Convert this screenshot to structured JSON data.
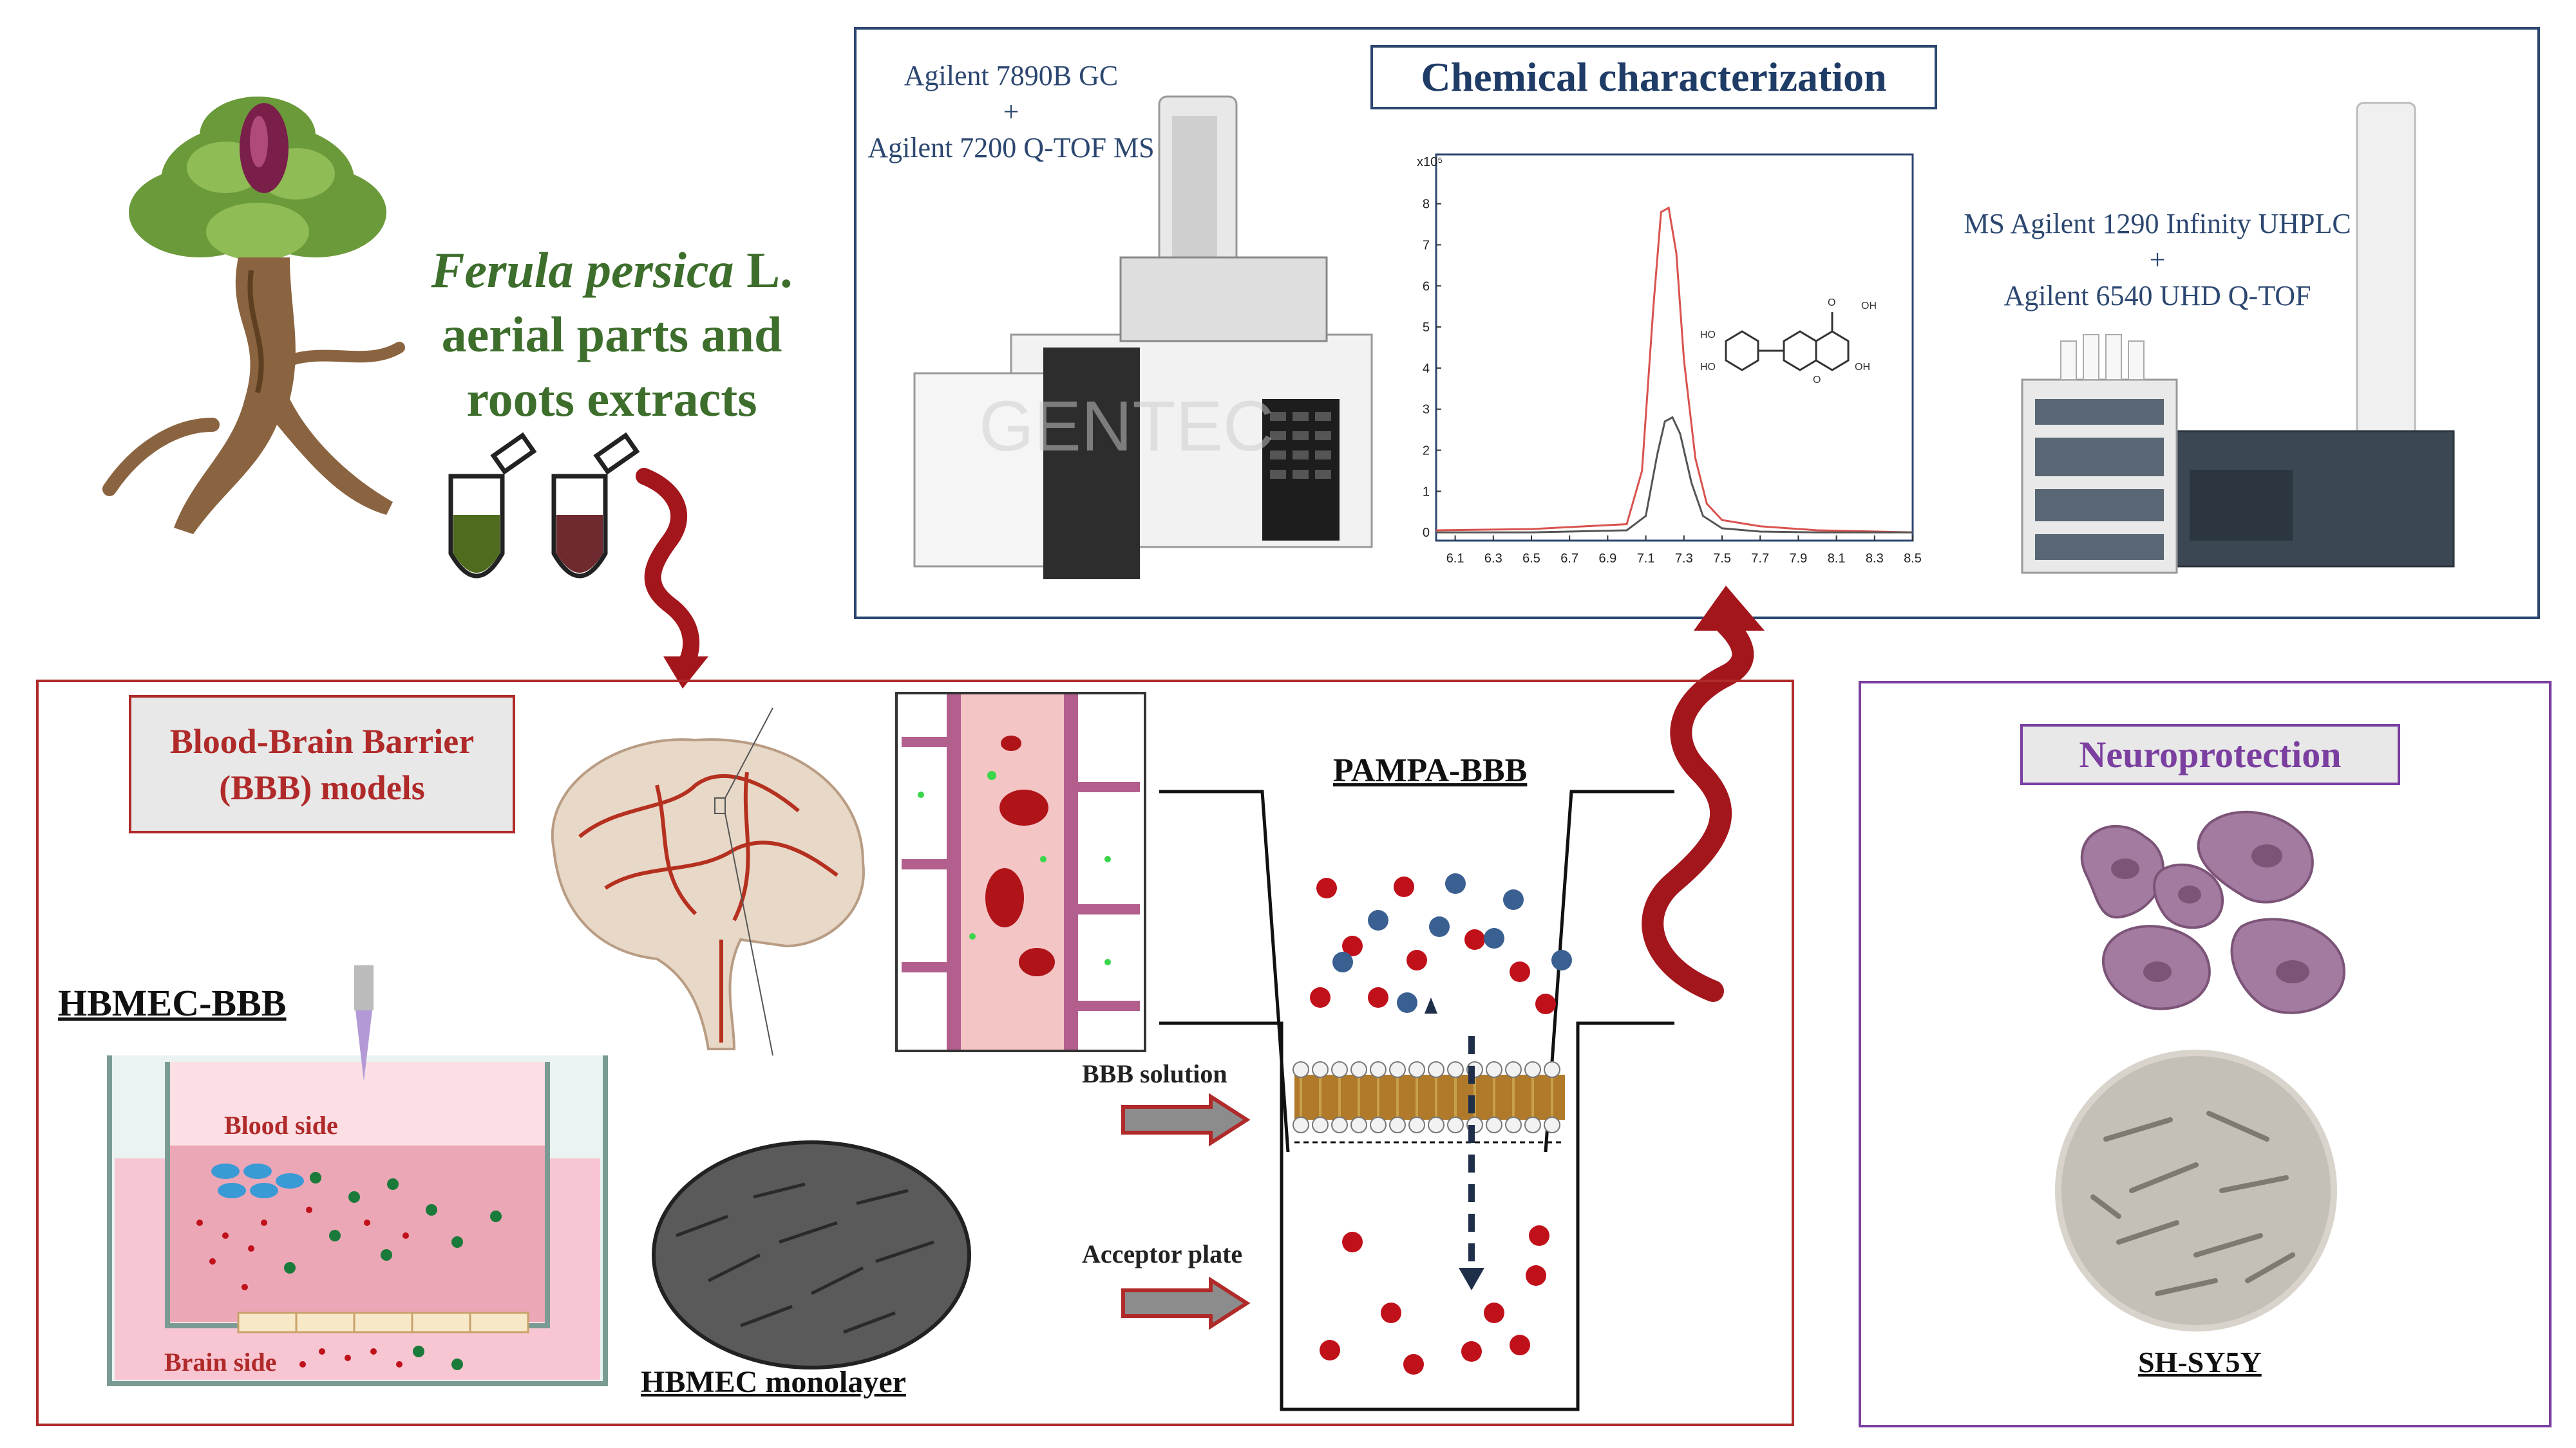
{
  "plant": {
    "name_italic": "Ferula persica",
    "name_rest": " L.",
    "line2": "aerial parts and",
    "line3": "roots extracts"
  },
  "chemical": {
    "title": "Chemical characterization",
    "gc_line1": "Agilent  7890B GC",
    "gc_plus": "+",
    "gc_line2": "Agilent  7200 Q-TOF MS",
    "lc_line1": "MS Agilent 1290 Infinity UHPLC",
    "lc_plus": "+",
    "lc_line2": "Agilent 6540 UHD Q-TOF",
    "gc_watermark": "GENTEC"
  },
  "chart_data": {
    "type": "line",
    "title": "",
    "xlabel": "",
    "ylabel": "",
    "y_multiplier": "x10⁵",
    "x_ticks": [
      "6.1",
      "6.3",
      "6.5",
      "6.7",
      "6.9",
      "7.1",
      "7.3",
      "7.5",
      "7.7",
      "7.9",
      "8.1",
      "8.3",
      "8.5"
    ],
    "y_ticks": [
      "0",
      "1",
      "2",
      "3",
      "4",
      "5",
      "6",
      "7",
      "8"
    ],
    "xlim": [
      6.0,
      8.5
    ],
    "ylim": [
      -0.2,
      9.2
    ],
    "series": [
      {
        "color": "#d9534f",
        "x": [
          6.0,
          6.5,
          7.0,
          7.08,
          7.14,
          7.18,
          7.22,
          7.26,
          7.3,
          7.36,
          7.42,
          7.5,
          7.7,
          8.0,
          8.5
        ],
        "y": [
          0.05,
          0.08,
          0.2,
          1.5,
          5.5,
          7.8,
          7.9,
          6.8,
          4.2,
          1.8,
          0.7,
          0.3,
          0.15,
          0.05,
          0.0
        ]
      },
      {
        "color": "#555555",
        "x": [
          6.0,
          6.5,
          7.0,
          7.1,
          7.16,
          7.2,
          7.24,
          7.28,
          7.34,
          7.4,
          7.5,
          7.7,
          8.0,
          8.5
        ],
        "y": [
          0.0,
          0.0,
          0.05,
          0.4,
          1.9,
          2.7,
          2.8,
          2.4,
          1.2,
          0.4,
          0.1,
          0.02,
          0.0,
          0.0
        ]
      }
    ],
    "molecule_labels": [
      "OH",
      "HO",
      "HO",
      "OH",
      "O",
      "O"
    ]
  },
  "bbb": {
    "title_line1": "Blood-Brain Barrier",
    "title_line2": "(BBB) models",
    "hbmec_title": "HBMEC-BBB",
    "blood_side": "Blood side",
    "brain_side": "Brain side",
    "monolayer": "HBMEC monolayer",
    "pampa_title": "PAMPA-BBB",
    "bbb_solution": "BBB solution",
    "acceptor_plate": "Acceptor plate",
    "colors": {
      "red": "#c0101a",
      "blue": "#3a5f91",
      "frame": "#c0392b"
    }
  },
  "neuro": {
    "title": "Neuroprotection",
    "cell_line": "SH-SY5Y",
    "colors": {
      "purple": "#7b3fa0",
      "cell": "#a37ba0"
    }
  }
}
